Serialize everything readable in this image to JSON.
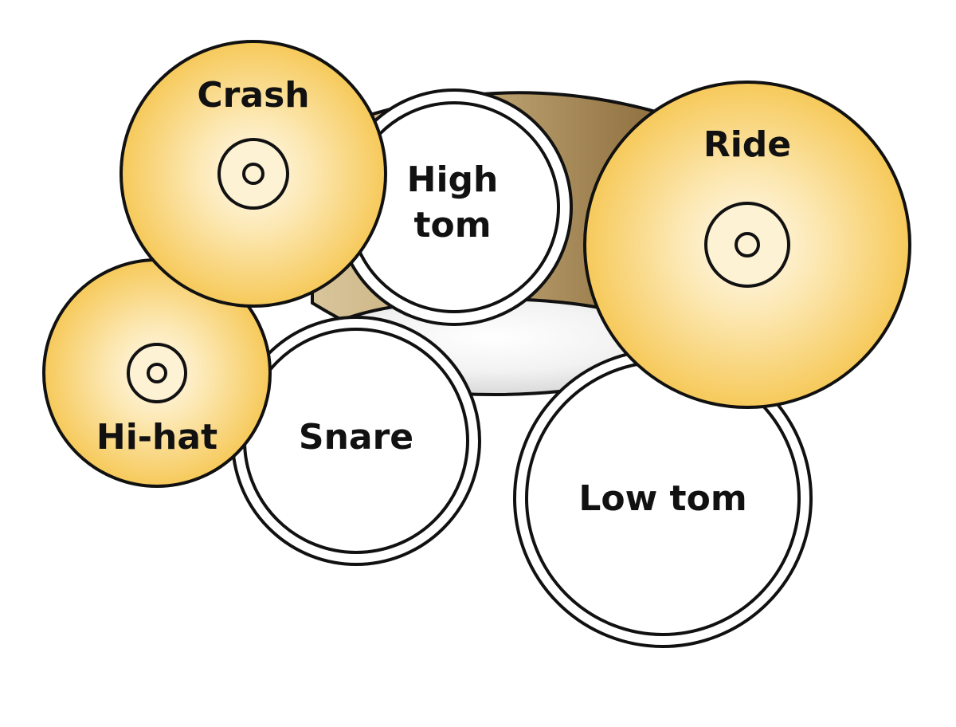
{
  "labels": {
    "crash": "Crash",
    "ride": "Ride",
    "hihat": "Hi-hat",
    "high_tom_line1": "High",
    "high_tom_line2": "tom",
    "snare": "Snare",
    "low_tom": "Low tom"
  },
  "colors": {
    "cymbal_center": "#fffaf0",
    "cymbal_edge": "#f6c95a",
    "bass_drum_light": "#d8c59b",
    "bass_drum_dark": "#8a6a3a",
    "bass_drum_head_light": "#ffffff",
    "bass_drum_head_shadow": "#d9d9d9",
    "drum_head": "#ffffff",
    "outline": "#111111"
  }
}
